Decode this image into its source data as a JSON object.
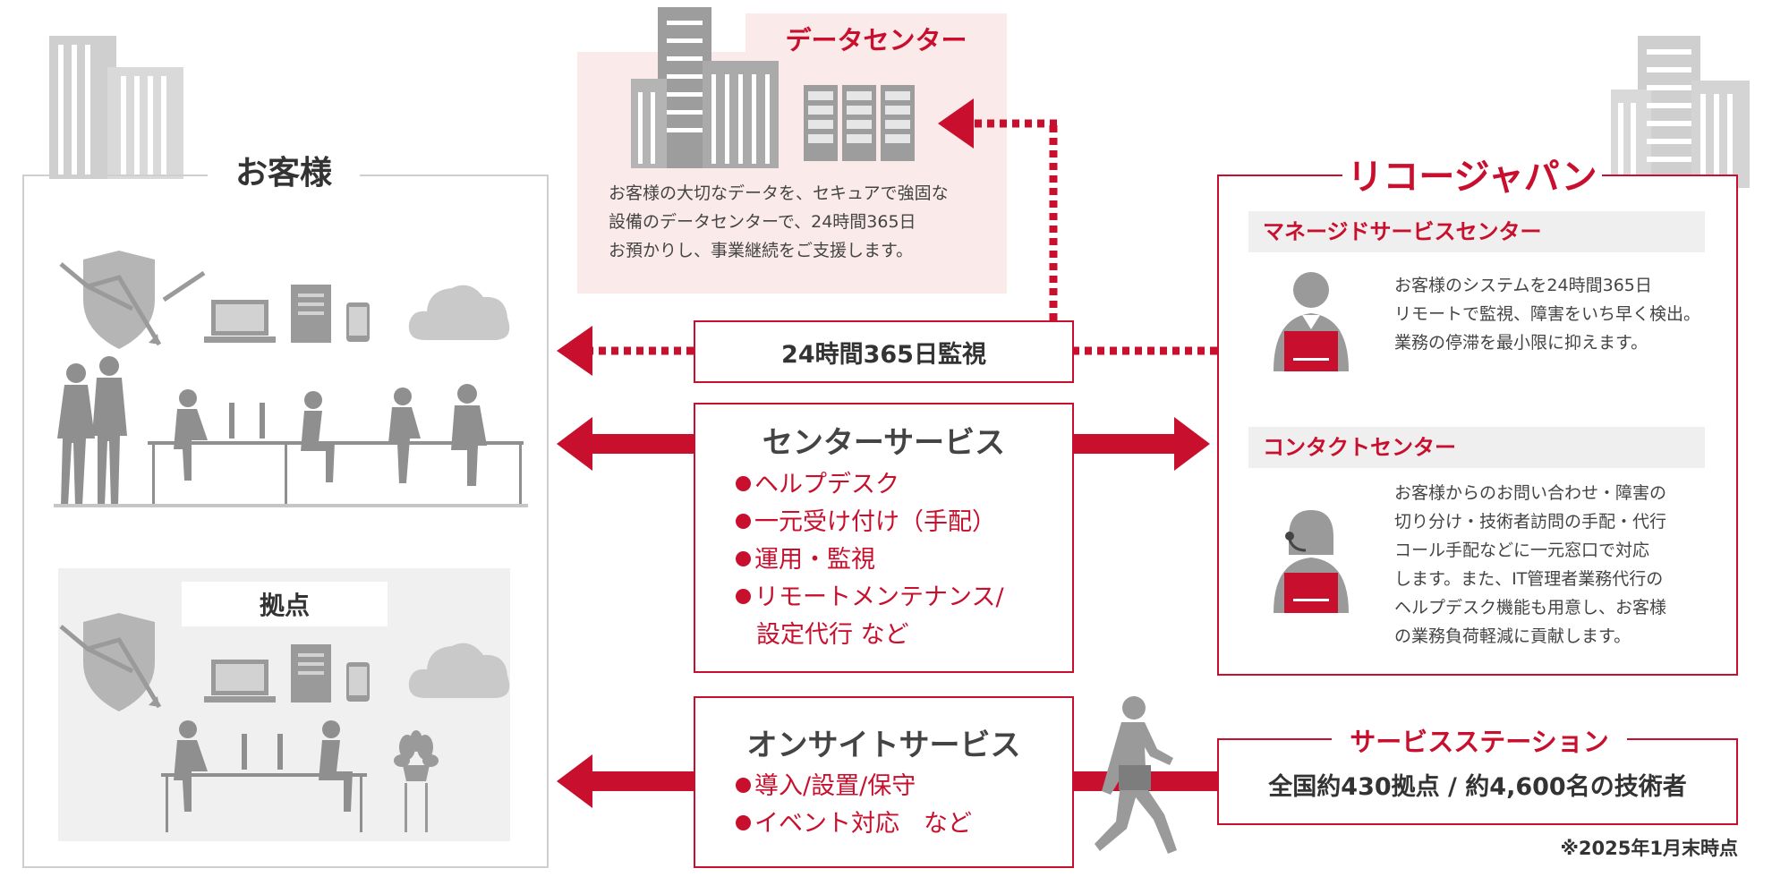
{
  "customer": {
    "title": "お客様"
  },
  "branch": {
    "title": "拠点"
  },
  "datacenter": {
    "title": "データセンター",
    "description_lines": [
      "お客様の大切なデータを、セキュアで強固な",
      "設備のデータセンターで、24時間365日",
      "お預かりし、事業継続をご支援します。"
    ]
  },
  "monitoring": {
    "label": "24時間365日監視"
  },
  "center_service": {
    "title": "センターサービス",
    "items": [
      "ヘルプデスク",
      "一元受け付け（手配）",
      "運用・監視",
      "リモートメンテナンス/",
      "設定代行 など"
    ]
  },
  "onsite_service": {
    "title": "オンサイトサービス",
    "items": [
      "導入/設置/保守",
      "イベント対応　など"
    ]
  },
  "ricoh": {
    "title": "リコージャパン",
    "managed": {
      "title": "マネージドサービスセンター",
      "description_lines": [
        "お客様のシステムを24時間365日",
        "リモートで監視、障害をいち早く検出。",
        "業務の停滞を最小限に抑えます。"
      ]
    },
    "contact": {
      "title": "コンタクトセンター",
      "description_lines": [
        "お客様からのお問い合わせ・障害の",
        "切り分け・技術者訪問の手配・代行",
        "コール手配などに一元窓口で対応",
        "します。また、IT管理者業務代行の",
        "ヘルプデスク機能も用意し、お客様",
        "の業務負荷軽減に貢献します。"
      ]
    }
  },
  "service_station": {
    "title": "サービスステーション",
    "summary": "全国約430拠点 / 約4,600名の技術者"
  },
  "footnote": "※2025年1月末時点",
  "colors": {
    "accent": "#c8102e",
    "gray": "#9a9a9a",
    "light_gray": "#cccccc",
    "pink_bg": "#fbeaea"
  }
}
